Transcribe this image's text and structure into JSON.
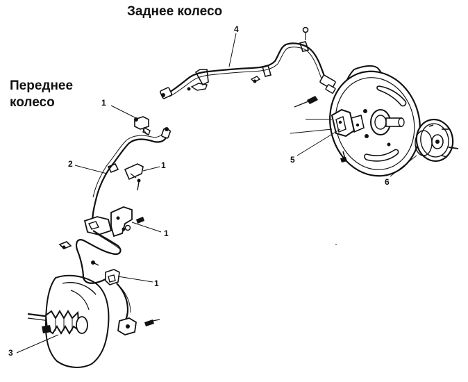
{
  "headings": {
    "rear_wheel": "Заднее колесо",
    "front_wheel_line1": "Переднее",
    "front_wheel_line2": "колесо"
  },
  "callouts": {
    "c1a": "1",
    "c1b": "1",
    "c1c": "1",
    "c1d": "1",
    "c2": "2",
    "c3": "3",
    "c4": "4",
    "c5": "5",
    "c6": "6"
  },
  "colors": {
    "ink": "#111111",
    "paper": "#ffffff"
  }
}
